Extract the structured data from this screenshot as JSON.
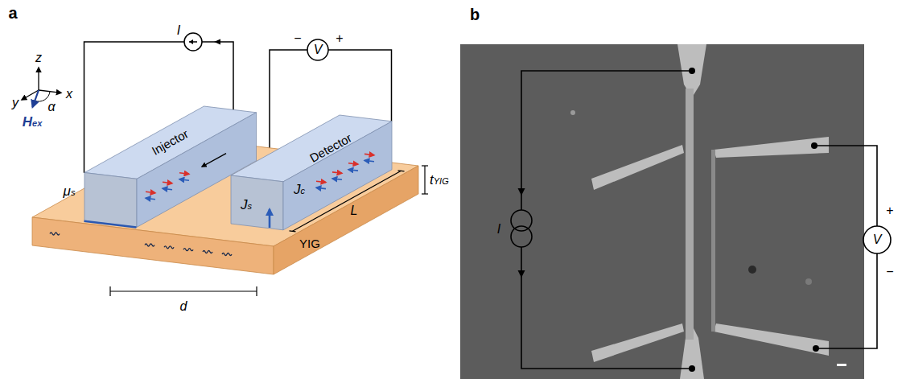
{
  "diagram": {
    "nodes": [
      {
        "text": [
          "YIG"
        ]
      },
      {
        "text": [
          "Injector"
        ]
      },
      {
        "text": [
          "Detector"
        ]
      }
    ],
    "labels": [
      "a",
      "z",
      "y",
      "x",
      "α",
      "Hex",
      "I",
      "−",
      "V",
      "+",
      "μs",
      "Js",
      "Jc",
      "L",
      "tYIG",
      "d",
      "b",
      "I",
      "+",
      "V",
      "−"
    ]
  }
}
